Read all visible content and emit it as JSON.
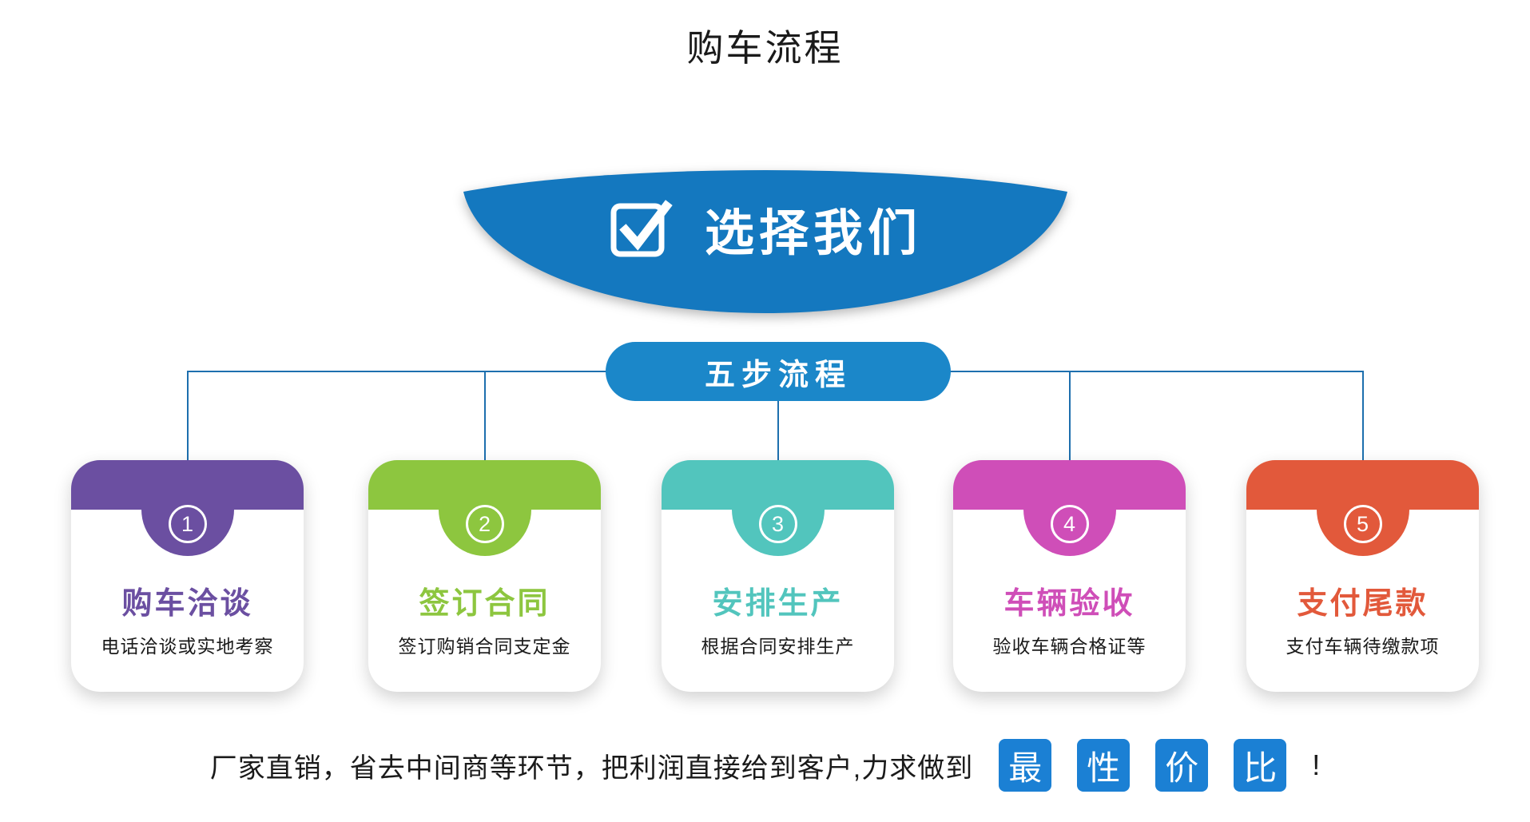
{
  "page": {
    "title": "购车流程"
  },
  "banner": {
    "title": "选择我们",
    "icon": "checkbox-checked-icon",
    "color": "#1478bf"
  },
  "pill": {
    "label": "五步流程",
    "color": "#1b87c9"
  },
  "connector_color": "#1d6fae",
  "steps": [
    {
      "number": "1",
      "title": "购车洽谈",
      "desc": "电话洽谈或实地考察",
      "color": "#6b4fa1"
    },
    {
      "number": "2",
      "title": "签订合同",
      "desc": "签订购销合同支定金",
      "color": "#8dc63f"
    },
    {
      "number": "3",
      "title": "安排生产",
      "desc": "根据合同安排生产",
      "color": "#52c5bd"
    },
    {
      "number": "4",
      "title": "车辆验收",
      "desc": "验收车辆合格证等",
      "color": "#cf4eb8"
    },
    {
      "number": "5",
      "title": "支付尾款",
      "desc": "支付车辆待缴款项",
      "color": "#e2593b"
    }
  ],
  "footer": {
    "text": "厂家直销，省去中间商等环节，把利润直接给到客户,力求做到",
    "highlights": [
      "最",
      "性",
      "价",
      "比"
    ],
    "suffix": "!",
    "highlight_color": "#1b80d4"
  }
}
